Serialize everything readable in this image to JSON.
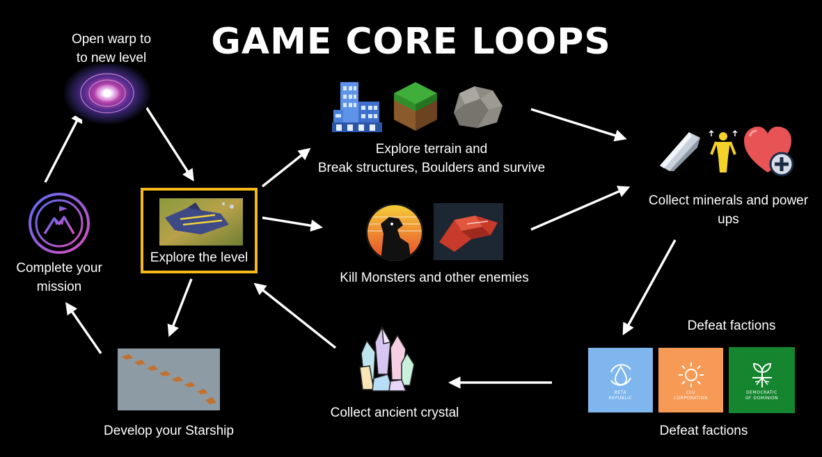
{
  "title": "GAME CORE LOOPS",
  "nodes": {
    "warp": {
      "line1": "Open warp to",
      "line2": "to new level"
    },
    "mission": {
      "line1": "Complete your",
      "line2": "mission"
    },
    "explore_level": {
      "label": "Explore the level"
    },
    "terrain": {
      "line1": "Explore terrain and",
      "line2": "Break structures, Boulders and survive"
    },
    "monsters": {
      "label": "Kill Monsters and other enemies"
    },
    "minerals": {
      "line1": "Collect minerals and power",
      "line2": "ups"
    },
    "factions": {
      "top_label": "Defeat factions",
      "bottom_label": "Defeat factions"
    },
    "crystal": {
      "label": "Collect ancient crystal"
    },
    "starship": {
      "label": "Develop your Starship"
    }
  },
  "factions": [
    {
      "line1": "BETA",
      "line2": "REPUBLIC",
      "color": "#7fb6ee"
    },
    {
      "line1": "CLU",
      "line2": "CORPORATION",
      "color": "#f79a55"
    },
    {
      "line1": "DEMOCRATIC",
      "line2": "OF DOMINION",
      "color": "#16852f"
    }
  ],
  "colors": {
    "background": "#000000",
    "highlight": "#f5b919",
    "arrow": "#ffffff"
  }
}
